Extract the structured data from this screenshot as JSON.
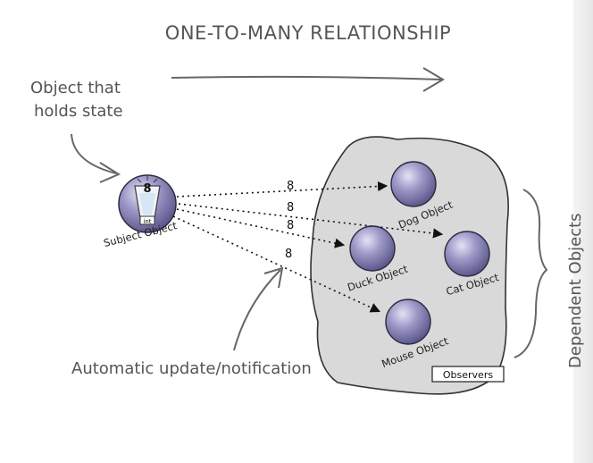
{
  "title": "ONE-TO-MANY RELATIONSHIP",
  "annotations": {
    "state_line1": "Object that",
    "state_line2": "holds state",
    "update": "Automatic update/notification",
    "dependents": "Dependent Objects"
  },
  "subject": {
    "label": "Subject Object",
    "value": "8",
    "type_label": "int"
  },
  "observers": [
    {
      "label": "Dog Object",
      "value": "8"
    },
    {
      "label": "Cat Object",
      "value": "8"
    },
    {
      "label": "Duck Object",
      "value": "8"
    },
    {
      "label": "Mouse Object",
      "value": "8"
    }
  ],
  "observers_box": "Observers",
  "colors": {
    "sphere": "#8a86b8",
    "sphere_highlight": "#d6d4ee",
    "blob": "#d9d9d9",
    "ink": "#555555"
  }
}
